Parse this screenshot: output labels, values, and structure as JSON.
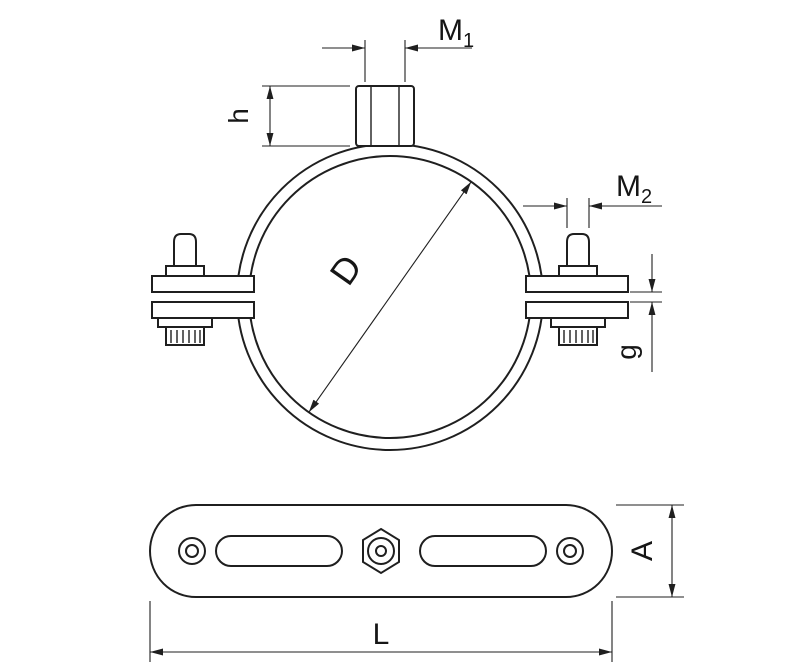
{
  "drawing": {
    "kind": "pipe-clamp-dimension-drawing"
  },
  "dimensions": {
    "m1": {
      "base": "M",
      "sub": "1"
    },
    "m2": {
      "base": "M",
      "sub": "2"
    },
    "h": "h",
    "d": "D",
    "g": "g",
    "a": "A",
    "l": "L"
  },
  "colors": {
    "line": "#1f1f1f",
    "background": "#ffffff"
  }
}
